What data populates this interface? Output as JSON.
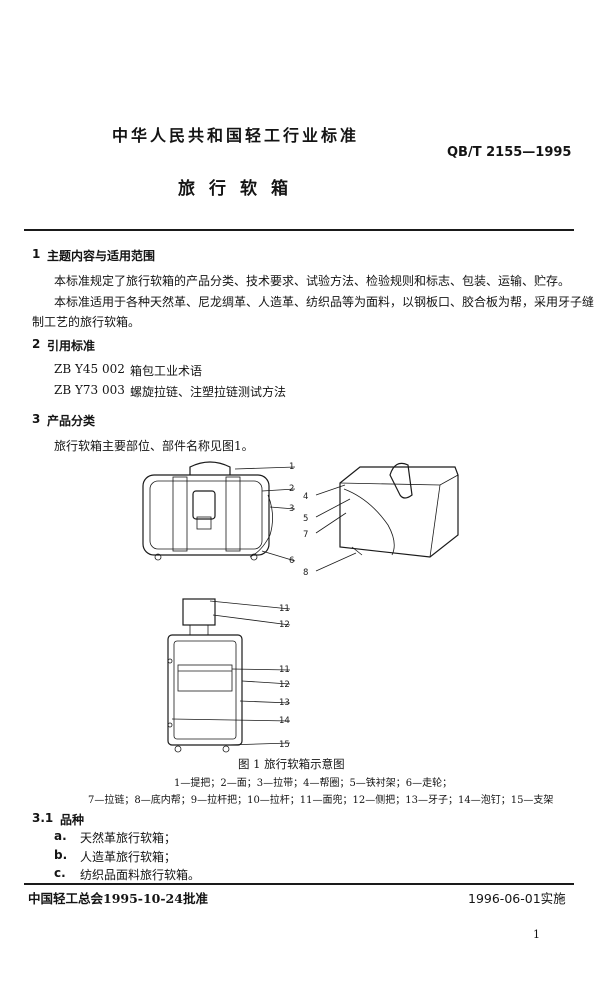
{
  "header": {
    "org_title": "中华人民共和国轻工行业标准",
    "std_number": "QB/T 2155—1995",
    "doc_title": "旅行软箱"
  },
  "sections": {
    "s1": {
      "number": "1",
      "title": "主题内容与适用范围",
      "para1": "本标准规定了旅行软箱的产品分类、技术要求、试验方法、检验规则和标志、包装、运输、贮存。",
      "para2_line1": "本标准适用于各种天然革、尼龙绸革、人造革、纺织品等为面料，以钢板口、胶合板为帮，采用牙子缝",
      "para2_line2": "制工艺的旅行软箱。"
    },
    "s2": {
      "number": "2",
      "title": "引用标准",
      "refs": [
        {
          "code": "ZB Y45 002",
          "name": "箱包工业术语"
        },
        {
          "code": "ZB Y73 003",
          "name": "螺旋拉链、注塑拉链测试方法"
        }
      ]
    },
    "s3": {
      "number": "3",
      "title": "产品分类",
      "intro": "旅行软箱主要部位、部件名称见图1。"
    },
    "figure": {
      "caption": "图 1   旅行软箱示意图",
      "legend_line1": "1—提把；2—面；3—拉带；4—帮圈；5—铁衬架；6—走轮；",
      "legend_line2": "7—拉链；8—底内帮；9—拉杆把；10—拉杆；11—面兜；12—侧把；13—牙子；14—泡钉；15—支架",
      "callouts_a": [
        "1",
        "2",
        "3",
        "6"
      ],
      "callouts_b": [
        "4",
        "5",
        "7",
        "8"
      ],
      "callouts_c": [
        "11",
        "12",
        "11",
        "12",
        "13",
        "14",
        "15"
      ]
    },
    "s31": {
      "number": "3.1",
      "title": "品种",
      "items": [
        {
          "mark": "a.",
          "text": "天然革旅行软箱；"
        },
        {
          "mark": "b.",
          "text": "人造革旅行软箱；"
        },
        {
          "mark": "c.",
          "text": "纺织品面料旅行软箱。"
        }
      ]
    }
  },
  "footer": {
    "approval": "中国轻工总会1995-10-24批准",
    "effective": "1996-06-01实施",
    "page": "1"
  }
}
